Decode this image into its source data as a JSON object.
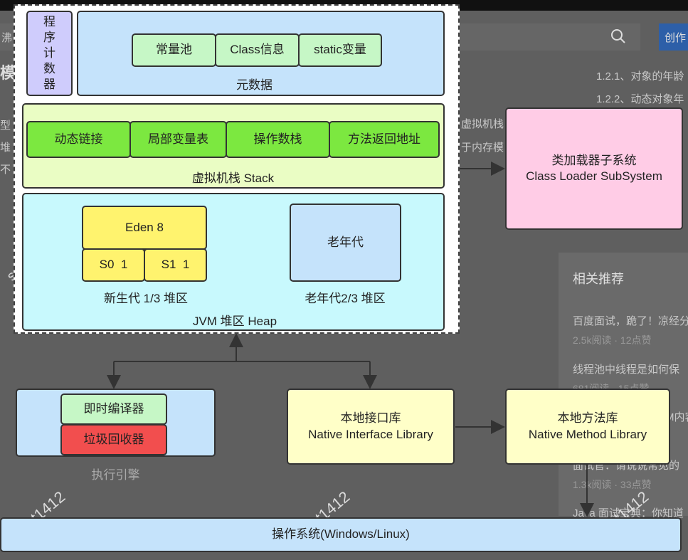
{
  "background": {
    "nav_fragment": "沸",
    "create_button": "创作",
    "heading_fragment": "模",
    "left_fragments": [
      "型",
      "堆",
      "不"
    ],
    "mid_fragments": [
      "虚拟机栈",
      "于内存模"
    ],
    "toc": [
      "1.2.1、对象的年龄",
      "1.2.2、动态对象年"
    ],
    "related_title": "相关推荐",
    "related": [
      {
        "title": "百度面试，跪了！凉经分",
        "meta": "2.5k阅读 · 12点赞"
      },
      {
        "title": "线程池中线程是如何保",
        "meta": "681阅读 · 15点赞"
      },
      {
        "title": "M内容",
        "meta": ""
      },
      {
        "title": "面试官：请说说常见的",
        "meta": "1.3k阅读 · 33点赞"
      },
      {
        "title": "Java 面试宝典：你知道",
        "meta": ""
      }
    ],
    "watermarks": [
      "sowha",
      "t1412",
      "t1412",
      "t1412"
    ]
  },
  "diagram": {
    "program_counter": "程\n序\n计\n数\n器",
    "metaspace": {
      "items": [
        "常量池",
        "Class信息",
        "static变量"
      ],
      "label": "元数据"
    },
    "stack": {
      "items": [
        "动态链接",
        "局部变量表",
        "操作数栈",
        "方法返回地址"
      ],
      "label": "虚拟机栈 Stack"
    },
    "heap": {
      "eden": "Eden 8",
      "s0": "S0  1",
      "s1": "S1  1",
      "young_label": "新生代 1/3 堆区",
      "old": "老年代",
      "old_label": "老年代2/3 堆区",
      "label": "JVM 堆区 Heap"
    },
    "class_loader": {
      "cn": "类加载器子系统",
      "en": "Class Loader SubSystem"
    },
    "engine": {
      "jit": "即时编译器",
      "gc": "垃圾回收器",
      "label": "执行引擎"
    },
    "native_interface": {
      "cn": "本地接口库",
      "en": "Native Interface Library"
    },
    "native_method": {
      "cn": "本地方法库",
      "en": "Native Method Library"
    },
    "os": "操作系统(Windows/Linux)"
  },
  "colors": {
    "blue": "#c5e3fb",
    "green_light": "#c6f7c6",
    "green_strong": "#7ce840",
    "yellow": "#fff36e",
    "yellow_pale": "#ffffc8",
    "pink": "#ffcce6",
    "cyan": "#c8f9fd",
    "red": "#f24e4e",
    "purple": "#cfccfc"
  }
}
